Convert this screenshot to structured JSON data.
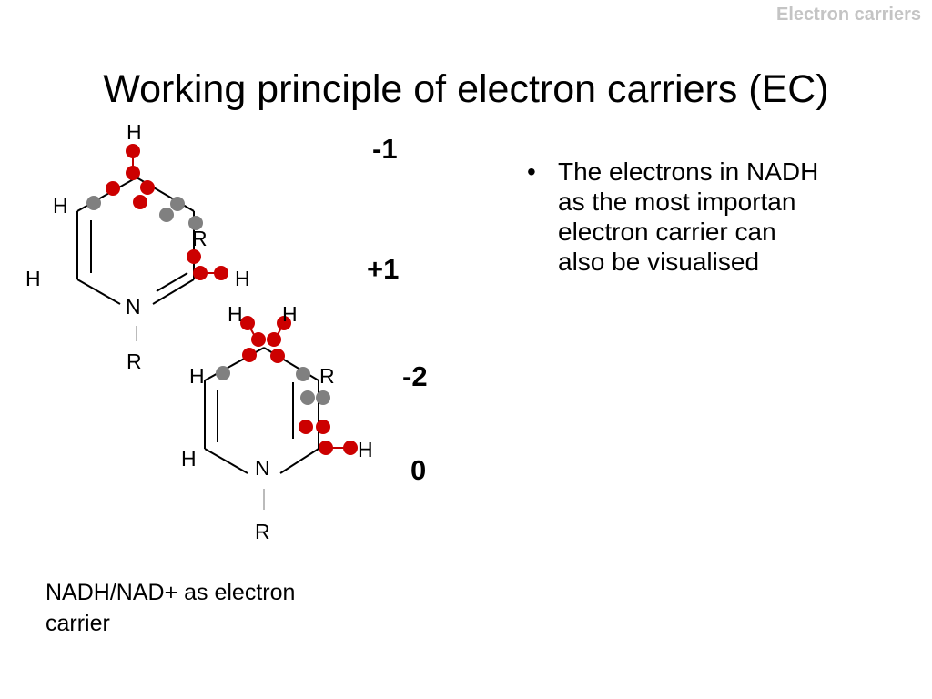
{
  "header": {
    "tag": "Electron carriers"
  },
  "slide": {
    "title": "Working principle of electron carriers (EC)"
  },
  "charges": {
    "c1": "-1",
    "c2": "+1",
    "c3": "-2",
    "c4": "0"
  },
  "bullet": {
    "text": "The electrons in NADH as the most importan electron carrier can also be visualised"
  },
  "caption": {
    "text": "NADH/NAD+ as electron carrier"
  },
  "molecule_top": {
    "atoms": {
      "h_top": "H",
      "h_left": "H",
      "h_lower_left": "H",
      "r_right": "R",
      "h_right": "H",
      "n": "N",
      "r_bottom": "R"
    }
  },
  "molecule_bottom": {
    "atoms": {
      "h_top_left": "H",
      "h_top_right": "H",
      "h_left": "H",
      "r_right": "R",
      "h_lower_left": "H",
      "h_right": "H",
      "n": "N",
      "r_bottom": "R"
    }
  },
  "colors": {
    "electron_red": "#cc0000",
    "electron_gray": "#808080",
    "header_gray": "#c4c4c4"
  }
}
